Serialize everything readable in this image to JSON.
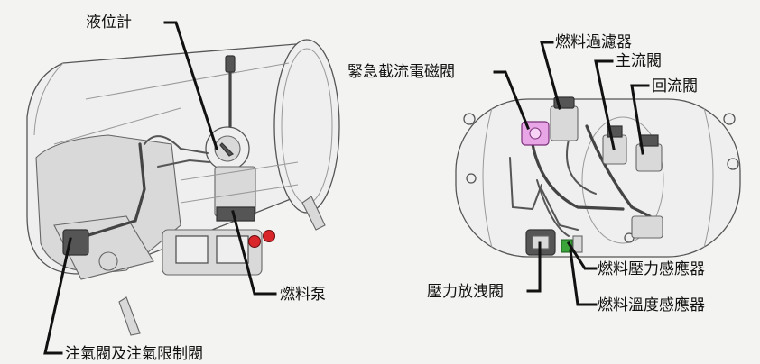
{
  "left_tank": {
    "labels": {
      "level_gauge": "液位計",
      "fuel_pump": "燃料泵",
      "fill_valve": "注氣閥及注氣限制閥"
    }
  },
  "right_tank": {
    "labels": {
      "fuel_filter": "燃料過濾器",
      "emergency_solenoid": "緊急截流電磁閥",
      "main_valve": "主流閥",
      "return_valve": "回流閥",
      "pressure_sensor": "燃料壓力感應器",
      "relief_valve": "壓力放洩閥",
      "temperature_sensor": "燃料溫度感應器"
    }
  },
  "colors": {
    "solenoid_highlight": "#e8a6e6",
    "fuel_pump_caps": "#d8262b",
    "sensor_highlight": "#3aa33a"
  }
}
